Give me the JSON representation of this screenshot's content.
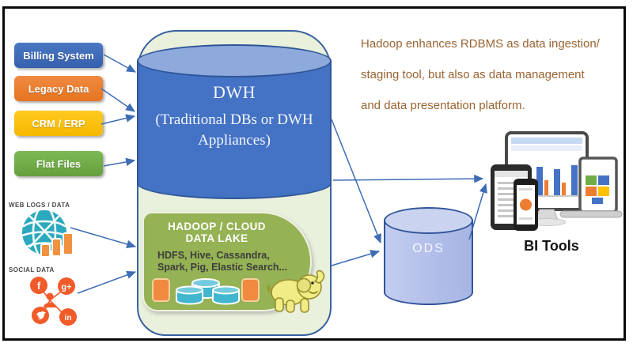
{
  "sources": [
    {
      "label": "Billing System",
      "color": "#3A67B7"
    },
    {
      "label": "Legacy Data",
      "color": "#ED7D31"
    },
    {
      "label": "CRM / ERP",
      "color": "#FFC000"
    },
    {
      "label": "Flat Files",
      "color": "#70AD47"
    }
  ],
  "streams": {
    "web_logs_label": "WEB LOGS / DATA",
    "social_label": "SOCIAL DATA"
  },
  "dwh": {
    "title": "DWH",
    "subtitle_line1": "(Traditional DBs or DWH",
    "subtitle_line2": "Appliances)"
  },
  "lake": {
    "title_line1": "HADOOP / CLOUD",
    "title_line2": "DATA LAKE",
    "tech_line1": "HDFS, Hive, Cassandra,",
    "tech_line2": "Spark, Pig, Elastic Search..."
  },
  "ods": {
    "label": "ODS"
  },
  "bi": {
    "label": "BI Tools"
  },
  "note": {
    "lines": [
      "Hadoop enhances RDBMS as data ingestion/",
      "staging tool, but also as data management",
      "and data presentation platform."
    ],
    "color": "#9A6433"
  },
  "social": {
    "icons": [
      "facebook-icon",
      "google-plus-icon",
      "twitter-icon",
      "linkedin-icon",
      "person-hub-icon"
    ],
    "glyphs": {
      "facebook": "f",
      "google_plus": "g+",
      "linkedin": "in"
    },
    "color": "#F15A29"
  },
  "colors": {
    "dwh_body": "#4472C4",
    "dwh_top": "#8EA9DC",
    "capsule_fill": "#E9F0DC",
    "capsule_border": "#38619F",
    "lake_green": "#95B254",
    "ods_fill": "#B3BFE9",
    "arrow_blue": "#3E6CB5",
    "frame_black": "#0A0A0A",
    "globe_teal": "#2BA9BD",
    "chip_orange": "#F08A3E",
    "lake_cylinder_teal": "#41B6CF",
    "elephant_yellow": "#F1EC85"
  }
}
